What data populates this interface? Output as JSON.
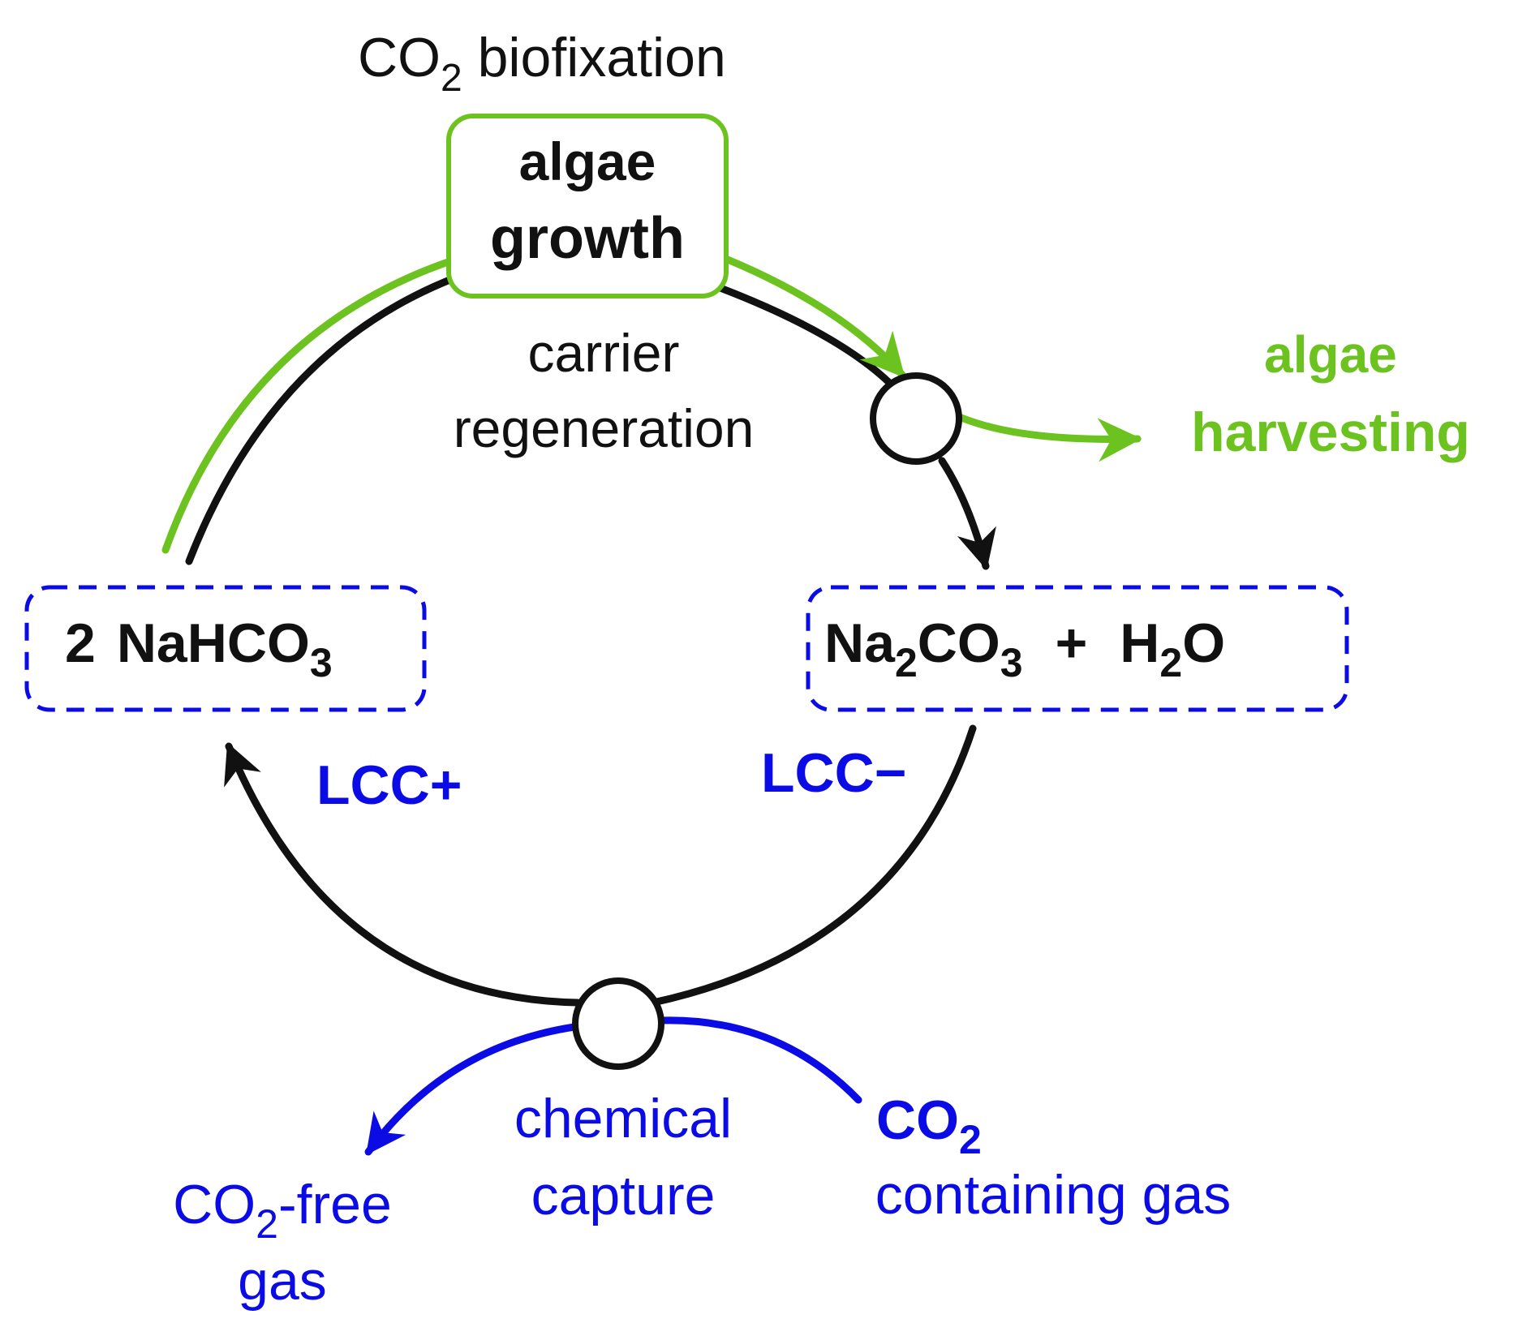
{
  "colors": {
    "black": "#111111",
    "green": "#6cc21f",
    "blue": "#0b0be6"
  },
  "top": {
    "title_prefix": "CO",
    "title_sub": "2",
    "title_suffix": " biofixation"
  },
  "algae_box": {
    "line1": "algae",
    "line2": "growth"
  },
  "regeneration": {
    "line1": "carrier",
    "line2": "regeneration"
  },
  "harvest": {
    "line1": "algae",
    "line2": "harvesting"
  },
  "left_box": {
    "coef": "2",
    "formula_main": "NaHCO",
    "formula_sub": "3"
  },
  "right_box": {
    "na": "Na",
    "na_sub": "2",
    "co": "CO",
    "co_sub": "3",
    "plus": "+",
    "h": "H",
    "h_sub": "2",
    "o": "O"
  },
  "lcc_plus": "LCC+",
  "lcc_minus": "LCC−",
  "capture": {
    "line1": "chemical",
    "line2": "capture"
  },
  "co2_in": {
    "co": "CO",
    "sub": "2",
    "line2": "containing gas"
  },
  "co2_out": {
    "co": "CO",
    "sub": "2",
    "suffix": "-free",
    "line2": "gas"
  }
}
